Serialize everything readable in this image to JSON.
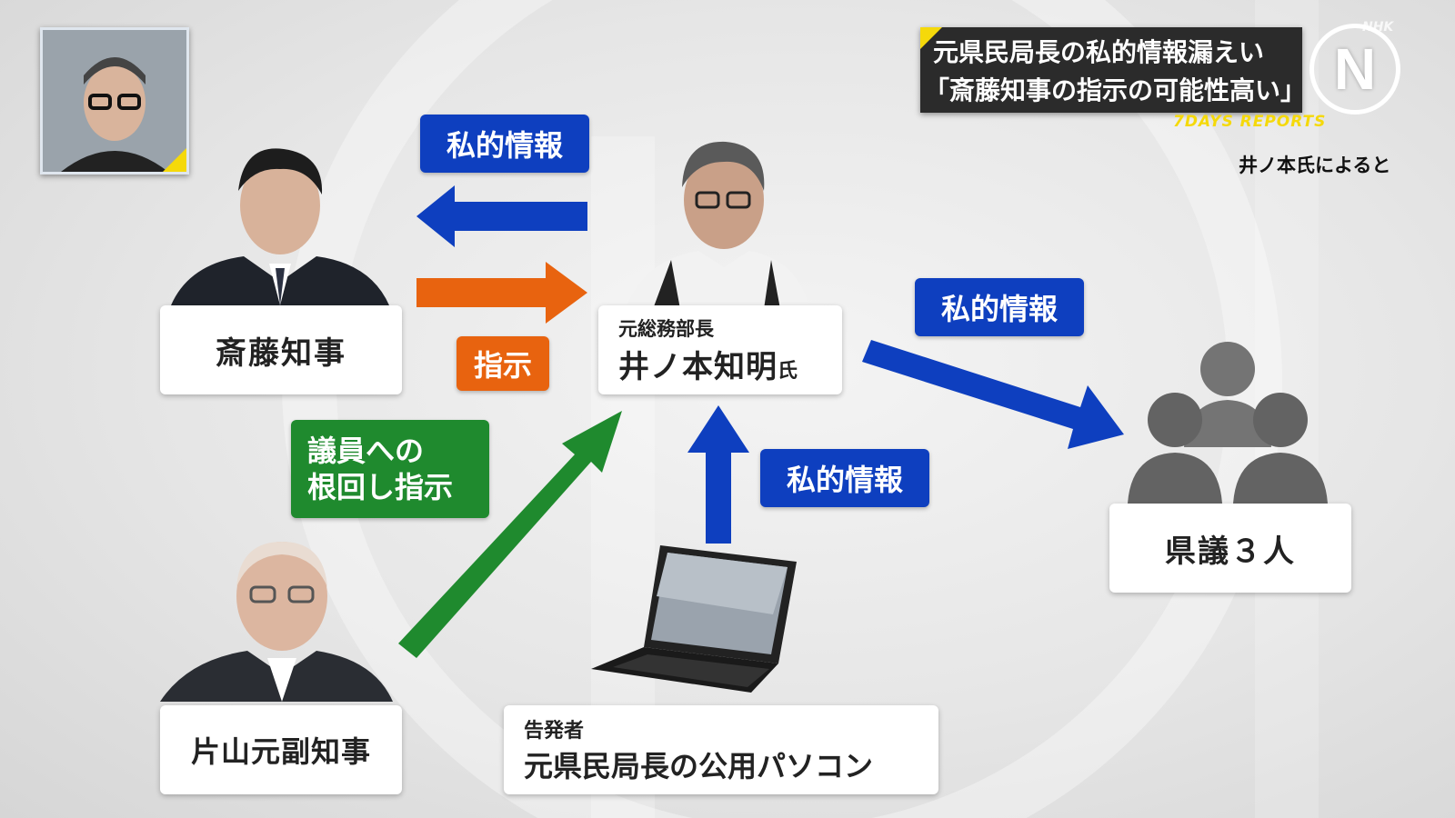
{
  "headline": {
    "line1": "元県民局長の私的情報漏えい",
    "line2": "「斎藤知事の指示の可能性高い」"
  },
  "program": {
    "logo_letter": "N",
    "corner_mark": "NHK",
    "subtitle": "7DAYS REPORTS"
  },
  "source_note": "井ノ本氏によると",
  "nodes": {
    "governor": "斎藤知事",
    "official_role": "元総務部長",
    "official_name": "井ノ本知明",
    "official_suffix": "氏",
    "vice": "片山元副知事",
    "pc_role": "告発者",
    "pc_label": "元県民局長の公用パソコン",
    "assembly": "県議３人"
  },
  "tags": {
    "info_top": "私的情報",
    "instruction": "指示",
    "info_right": "私的情報",
    "info_bottom": "私的情報",
    "green_line1": "議員への",
    "green_line2": "根回し指示"
  },
  "colors": {
    "blue": "#0e3fbf",
    "orange": "#e8630f",
    "green": "#1f8a2e"
  },
  "icons": {
    "commentator": "commentator-avatar",
    "governor": "person-photo",
    "official": "person-photo",
    "vice": "person-photo",
    "laptop": "laptop-icon",
    "group": "people-group-icon"
  }
}
